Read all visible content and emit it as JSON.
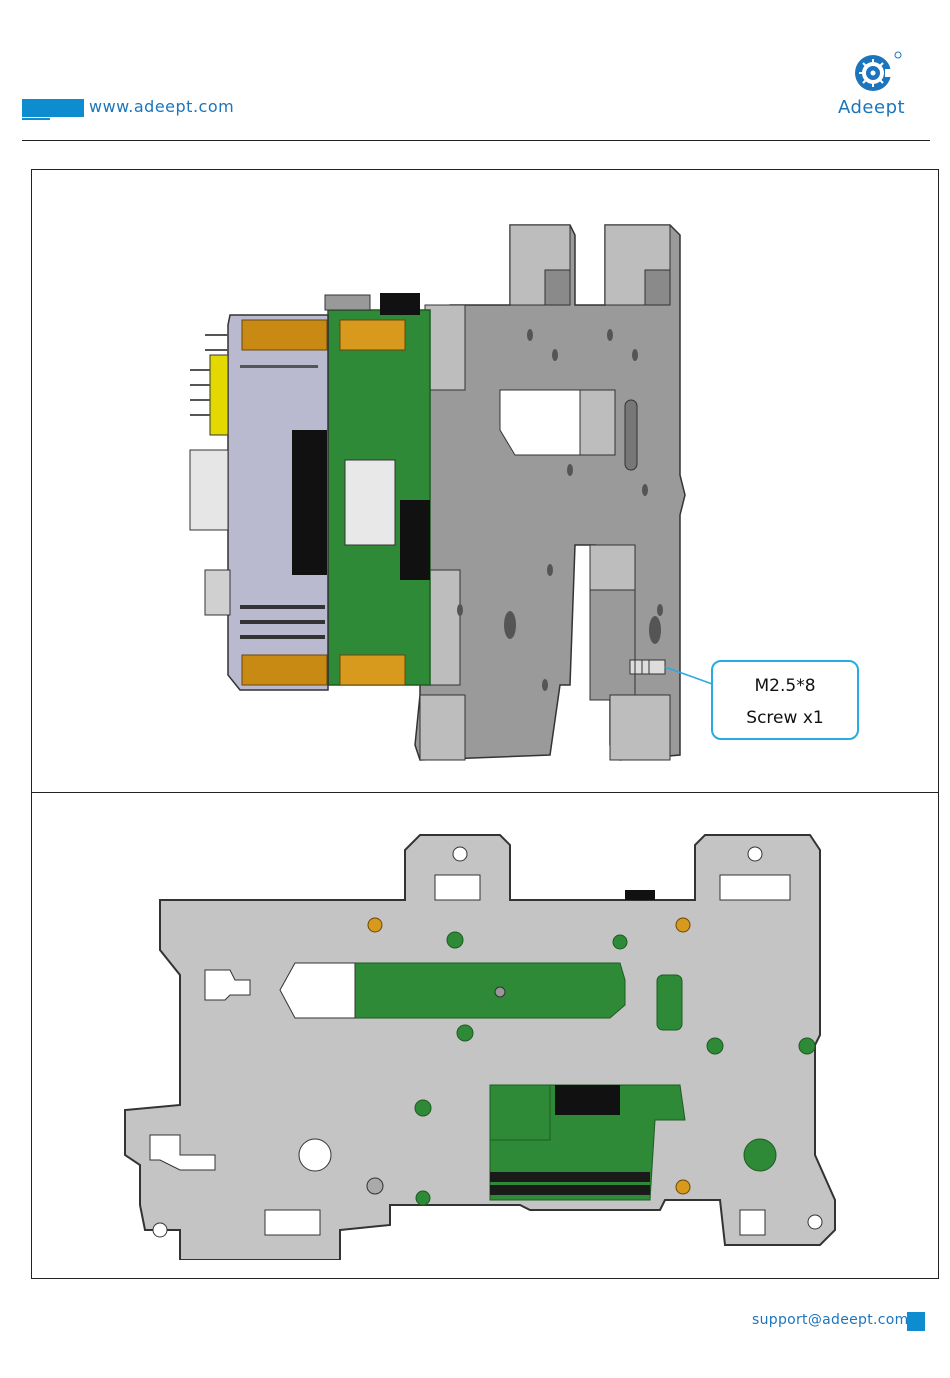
{
  "header": {
    "url": "www.adeept.com",
    "brand": "Adeept",
    "brand_color": "#1c75bc",
    "accent_color": "#0d8ccf"
  },
  "figure_top": {
    "callout": {
      "line1": "M2.5*8",
      "line2": "Screw x1",
      "border_color": "#29abe2"
    }
  },
  "figure_bottom": {},
  "footer": {
    "email": "support@adeept.com"
  }
}
